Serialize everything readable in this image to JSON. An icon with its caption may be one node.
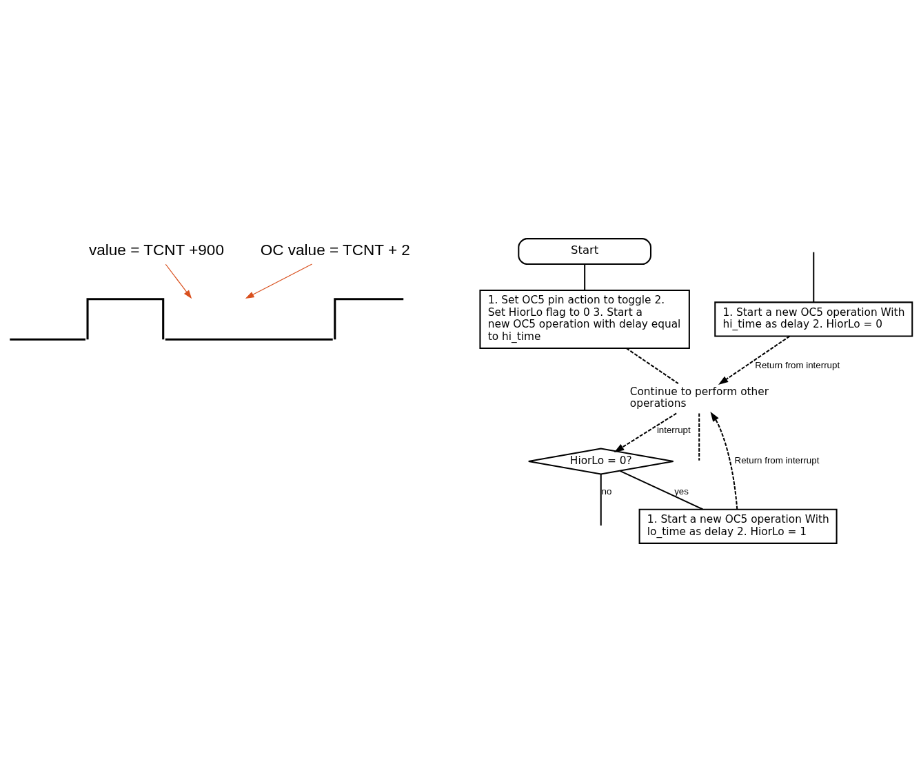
{
  "diagram": {
    "nodes": [
      {
        "text": [
          "value = TCNT +900"
        ]
      },
      {
        "text": [
          "OC value = TCNT + 2"
        ]
      },
      {
        "text": [],
        "shape": "picture"
      },
      {
        "text": [
          "Start"
        ]
      },
      {
        "text": [
          "1. Set OC5 pin action to toggle 2. Set HiorLo flag to 0 3. Start a new OC5 operation with delay equal to hi_time"
        ]
      },
      {
        "text": [
          "Continue to perform other operations"
        ]
      },
      {
        "text": [
          "HiorLo = 0?"
        ]
      },
      {
        "text": [
          "1. Start a new OC5 operation With lo_time as delay 2. HiorLo = 1"
        ]
      },
      {
        "text": [
          "1. Start a new OC5 operation With hi_time as delay 2. HiorLo = 0"
        ]
      }
    ],
    "edges": [
      {
        "from": 0,
        "to": 2,
        "arrow": "to",
        "color": "#d9501e"
      },
      {
        "from": 1,
        "to": 2,
        "arrow": "to",
        "color": "#d9501e"
      },
      {
        "from": 3,
        "to": 4,
        "arrow": "none"
      },
      {
        "from": 4,
        "to": 5,
        "arrow": "none",
        "style": "dashed"
      },
      {
        "from": 5,
        "to": null,
        "arrow": "none",
        "style": "dashed"
      },
      {
        "from": 5,
        "to": 6,
        "arrow": "to",
        "style": "dashed",
        "label": "interrupt"
      },
      {
        "from": 6,
        "to": 7,
        "arrow": "none",
        "label": "yes"
      },
      {
        "from": 6,
        "to": null,
        "arrow": "none",
        "label": "no"
      },
      {
        "from": 7,
        "to": 5,
        "arrow": "to",
        "style": "dashed",
        "label": "Return from interrupt"
      },
      {
        "from": null,
        "to": 8,
        "arrow": "none"
      },
      {
        "from": 8,
        "to": 5,
        "arrow": "to",
        "style": "dashed",
        "label": "Return from interrupt"
      }
    ]
  }
}
